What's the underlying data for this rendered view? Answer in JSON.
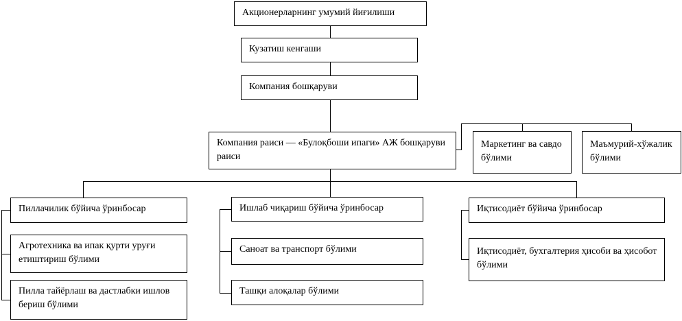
{
  "nodes": {
    "shareholders": "Акционерларнинг умумий йиғилиши",
    "supervisory_board": "Кузатиш кенгаши",
    "company_management": "Компания бошқаруви",
    "chairman": "Компания раиси — «Булоқбоши ипаги» АЖ бошқаруви раиси",
    "marketing": "Маркетинг ва савдо бўлими",
    "administrative": "Маъмурий-хўжалик  бўлими",
    "cocoon_deputy": "Пиллачилик бўйича ўринбосар",
    "agrotechnics": "Агротехника ва ипак қурти уруғи етиштириш бўлими",
    "cocoon_processing": "Пилла тайёрлаш ва дастлабки ишлов бериш бўлими",
    "production_deputy": "Ишлаб чиқариш бўйича ўринбосар",
    "industry_transport": "Саноат ва транспорт бўлими",
    "external_relations": "Ташқи алоқалар бўлими",
    "economics_deputy": "Иқтисодиёт бўйича ўринбосар",
    "accounting": "Иқтисодиёт, бухгалтерия ҳисоби ва ҳисобот бўлими"
  }
}
